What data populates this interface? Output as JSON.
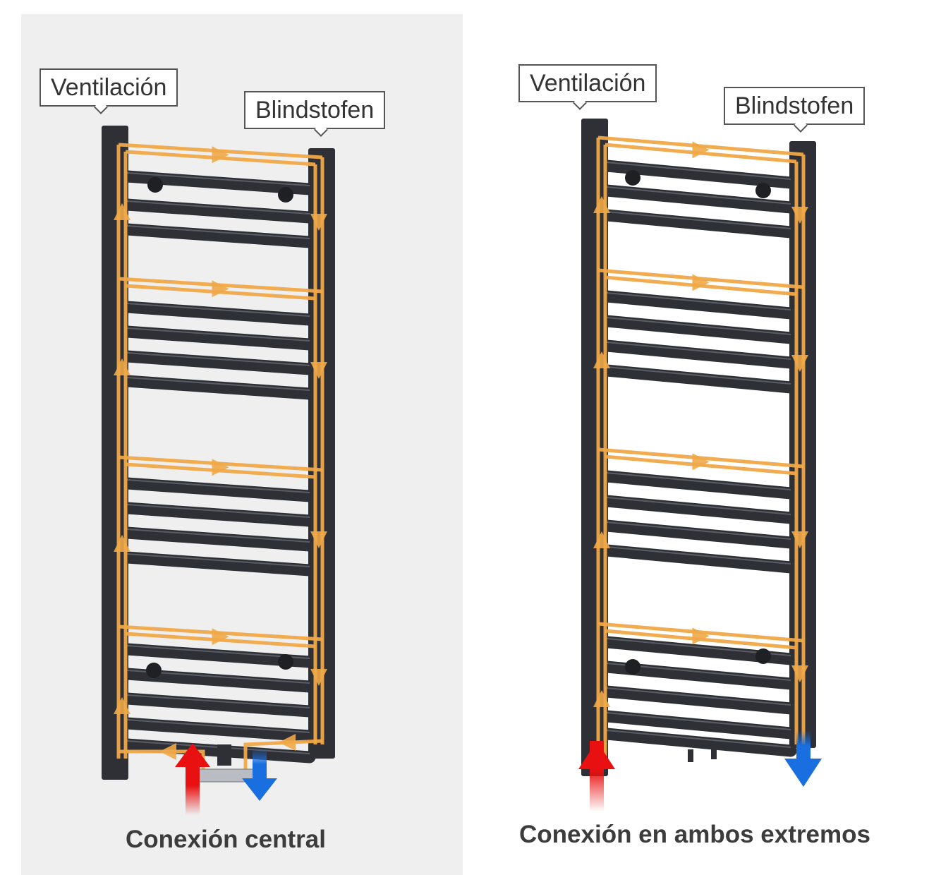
{
  "diagrams": [
    {
      "label_vent": "Ventilación",
      "label_blind": "Blindstofen",
      "caption": "Conexión central",
      "connection": "central"
    },
    {
      "label_vent": "Ventilación",
      "label_blind": "Blindstofen",
      "caption": "Conexión en ambos extremos",
      "connection": "both-ends"
    }
  ],
  "colors": {
    "flow": "#f0a848",
    "radiator": "#2e3036",
    "hot": "#e81010",
    "cold": "#1a6fe0",
    "panel": "#efefef"
  }
}
